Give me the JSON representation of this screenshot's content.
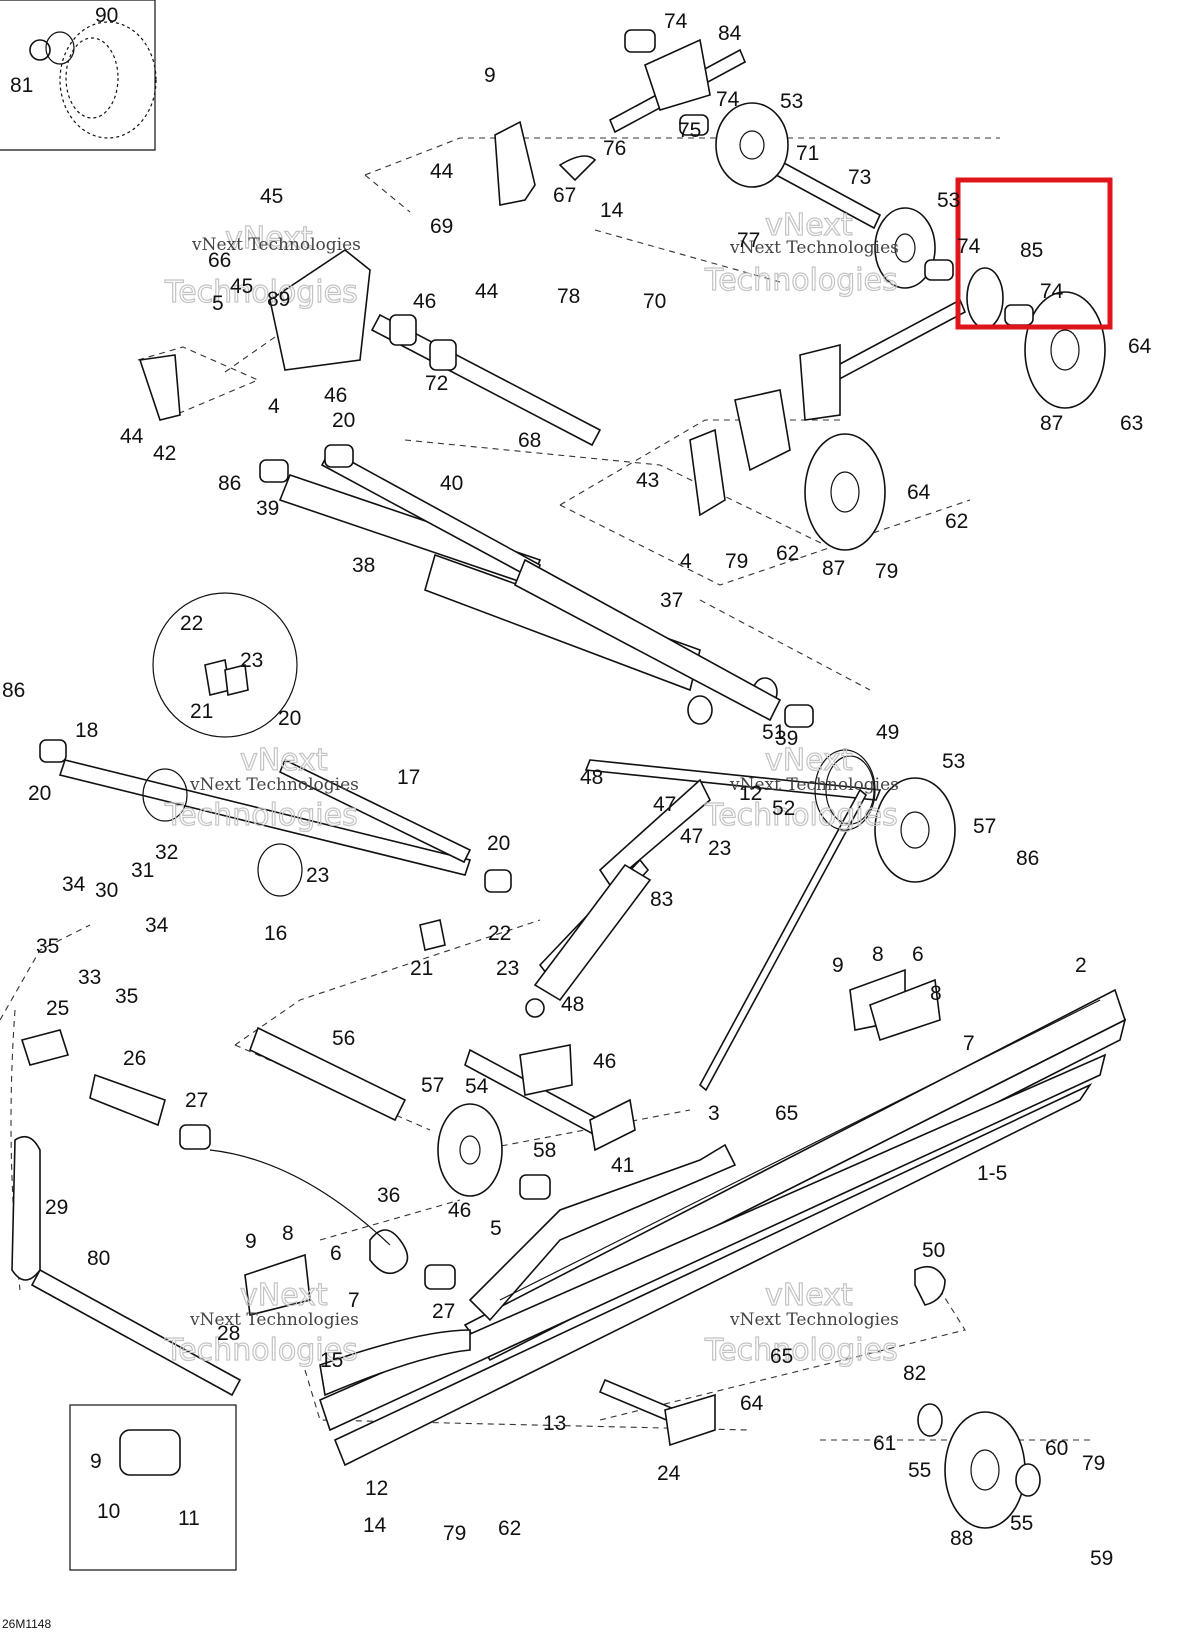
{
  "diagram_code": "26M1148",
  "watermark": {
    "line1": "vNext",
    "line2": "Technologies",
    "inline": "vNext Technologies"
  },
  "highlight": {
    "color": "#e0141b"
  },
  "colors": {
    "line": "#111111",
    "background": "#ffffff"
  },
  "part_labels": [
    "90",
    "81",
    "74",
    "84",
    "9",
    "74",
    "53",
    "75",
    "76",
    "44",
    "71",
    "73",
    "67",
    "14",
    "53",
    "45",
    "69",
    "77",
    "74",
    "85",
    "66",
    "45",
    "89",
    "46",
    "44",
    "78",
    "70",
    "74",
    "64",
    "5",
    "72",
    "46",
    "4",
    "63",
    "87",
    "44",
    "42",
    "20",
    "68",
    "43",
    "86",
    "40",
    "64",
    "39",
    "62",
    "79",
    "4",
    "62",
    "87",
    "79",
    "38",
    "37",
    "22",
    "23",
    "21",
    "20",
    "86",
    "18",
    "51",
    "49",
    "17",
    "39",
    "48",
    "53",
    "20",
    "47",
    "12",
    "52",
    "57",
    "47",
    "23",
    "20",
    "86",
    "32",
    "31",
    "34",
    "30",
    "23",
    "83",
    "22",
    "16",
    "21",
    "35",
    "33",
    "34",
    "35",
    "9",
    "8",
    "6",
    "2",
    "23",
    "8",
    "48",
    "25",
    "7",
    "56",
    "46",
    "26",
    "54",
    "57",
    "3",
    "65",
    "27",
    "41",
    "58",
    "1-5",
    "36",
    "46",
    "5",
    "29",
    "80",
    "9",
    "8",
    "6",
    "50",
    "27",
    "7",
    "28",
    "15",
    "65",
    "82",
    "64",
    "13",
    "61",
    "55",
    "24",
    "60",
    "79",
    "9",
    "12",
    "10",
    "62",
    "11",
    "14",
    "79",
    "88",
    "55",
    "59"
  ]
}
